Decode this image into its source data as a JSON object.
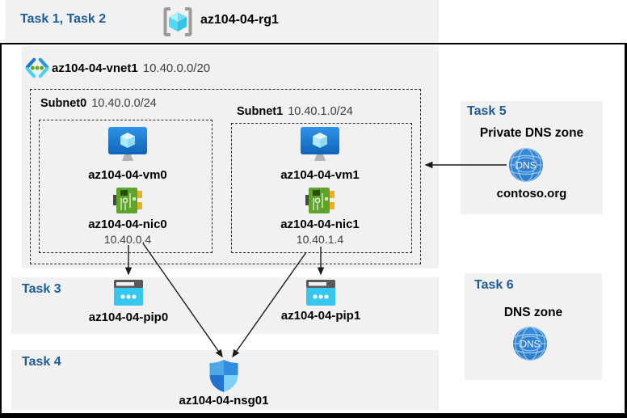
{
  "colors": {
    "task_label": "#1d5c99",
    "panel_bg": "#f1f1f1",
    "arrow": "#1a1a1a",
    "vm_monitor_blue": "#1b7fd6",
    "nic_green": "#5ea32c",
    "pip_cyan": "#35c7f0",
    "nsg_blue": "#2e8ce2",
    "dns_blue": "#2f87d7"
  },
  "topbar": {
    "tasks": "Task 1, Task 2",
    "resource_group": "az104-04-rg1"
  },
  "vnet": {
    "name": "az104-04-vnet1",
    "cidr": "10.40.0.0/20",
    "subnets": [
      {
        "name": "Subnet0",
        "cidr": "10.40.0.0/24",
        "vm": "az104-04-vm0",
        "nic": "az104-04-nic0",
        "ip": "10.40.0.4"
      },
      {
        "name": "Subnet1",
        "cidr": "10.40.1.0/24",
        "vm": "az104-04-vm1",
        "nic": "az104-04-nic1",
        "ip": "10.40.1.4"
      }
    ]
  },
  "task3": {
    "label": "Task 3",
    "pip0": "az104-04-pip0",
    "pip1": "az104-04-pip1"
  },
  "task4": {
    "label": "Task 4",
    "nsg": "az104-04-nsg01"
  },
  "task5": {
    "label": "Task 5",
    "title": "Private DNS zone",
    "zone": "contoso.org",
    "icon_text": "DNS"
  },
  "task6": {
    "label": "Task 6",
    "title": "DNS zone",
    "icon_text": "DNS"
  }
}
